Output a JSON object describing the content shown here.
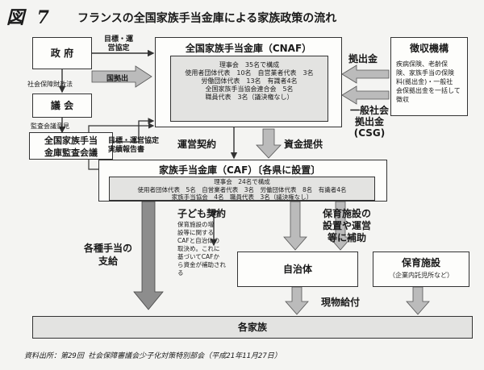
{
  "header": {
    "figure_label": "図 7",
    "title": "フランスの全国家族手当金庫による家族政策の流れ"
  },
  "nodes": {
    "gov": "政 府",
    "parliament": "議 会",
    "audit": [
      "全国家族手当",
      "金庫監査会議"
    ],
    "cnaf": {
      "title": "全国家族手当金庫（CNAF）",
      "board": [
        "理事会　35名で構成",
        "使用者団体代表　10名　自営業者代表　3名",
        "労働団体代表　13名　有識者4名",
        "全国家族手当協会連合会　5名",
        "職員代表　3名（議決権なし）"
      ]
    },
    "collector": {
      "title": "徴収機構",
      "body": [
        "疾病保険、老齢保",
        "険、家族手当の保険",
        "料(拠出金)・一般社",
        "会保拠出金を一括して",
        "徴収"
      ]
    },
    "caf": {
      "title": "家族手当金庫（CAF）〔各県に設置〕",
      "board": [
        "理事会　24名で構成",
        "使用者団体代表　5名　自営業者代表　3名　労働団体代表　8名　有識者4名",
        "家族手当協会　4名　職員代表　3名（議決権なし）"
      ]
    },
    "local_gov": "自治体",
    "childcare": {
      "title": "保育施設",
      "sub": "（企業内託児所など）"
    },
    "families": "各家族"
  },
  "labels": {
    "goal_agreement": [
      "目標・運",
      "営協定"
    ],
    "state_funding": "国拠出",
    "contribution": "拠出金",
    "csg": [
      "一般社会",
      "拠出金",
      "(CSG)"
    ],
    "social_security_finance_act": "社会保障財政法",
    "audit_opinion": "監査会議意見",
    "goal_report": [
      "目標・運営協定",
      "実績報告書"
    ],
    "operation_contract": "運営契約",
    "funding_provided": "資金提供",
    "child_contract": "子ども契約",
    "child_contract_note": [
      "保育施設の増",
      "設等に関する",
      "CAFと自治体の",
      "取決め。これに",
      "基づいてCAFか",
      "ら資金が補助され",
      "る"
    ],
    "facility_support": [
      "保育施設の",
      "設置や運営",
      "等に補助"
    ],
    "allowances": [
      "各種手当の",
      "支給"
    ],
    "in_kind": "現物給付"
  },
  "source": "資料出所：第29回 社会保障審議会少子化対策特別部会（平成21年11月27日）"
}
